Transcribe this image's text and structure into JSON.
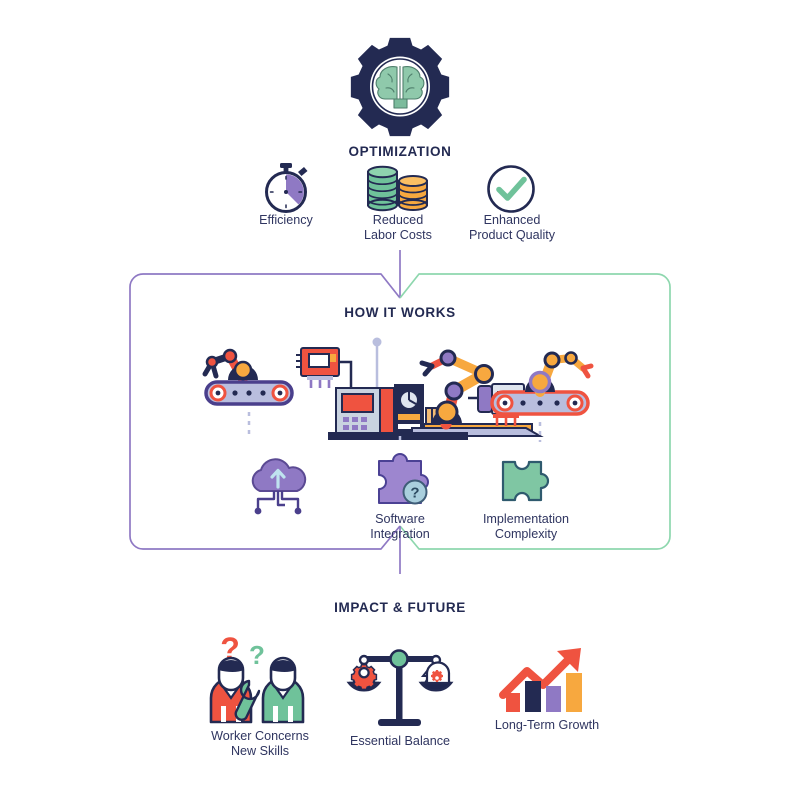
{
  "infographic": {
    "background_color": "#ffffff",
    "palette": {
      "navy": "#232a52",
      "navy_dark": "#1f2750",
      "purple": "#8f79c4",
      "purple_light": "#9d86cf",
      "green": "#6fc29a",
      "green_soft": "#8fc9ab",
      "green_bracket": "#8ed7ae",
      "red": "#ef5340",
      "orange": "#f7a83f",
      "lavender": "#b9bede",
      "blue_light": "#a9cfdd",
      "text": "#2f3560"
    },
    "hero": {
      "icon": "gear-brain-icon",
      "title": "OPTIMIZATION"
    },
    "benefits": [
      {
        "icon": "stopwatch-icon",
        "label_line1": "Efficiency",
        "label_line2": ""
      },
      {
        "icon": "coin-stacks-icon",
        "label_line1": "Reduced",
        "label_line2": "Labor Costs"
      },
      {
        "icon": "check-circle-icon",
        "label_line1": "Enhanced",
        "label_line2": "Product Quality"
      }
    ],
    "how_it_works": {
      "title": "HOW IT WORKS",
      "illustration": "factory-automation-illustration",
      "items": [
        {
          "icon": "cloud-network-icon",
          "label_line1": "",
          "label_line2": ""
        },
        {
          "icon": "puzzle-question-icon",
          "label_line1": "Software",
          "label_line2": "Integration"
        },
        {
          "icon": "puzzle-piece-icon",
          "label_line1": "Implementation",
          "label_line2": "Complexity"
        }
      ]
    },
    "impact_future": {
      "title": "IMPACT & FUTURE",
      "items": [
        {
          "icon": "workers-question-icon",
          "label_line1": "Worker Concerns",
          "label_line2": "New Skills"
        },
        {
          "icon": "balance-scale-icon",
          "label_line1": "Essential Balance",
          "label_line2": ""
        },
        {
          "icon": "growth-chart-icon",
          "label_line1": "Long-Term Growth",
          "label_line2": ""
        }
      ]
    }
  }
}
